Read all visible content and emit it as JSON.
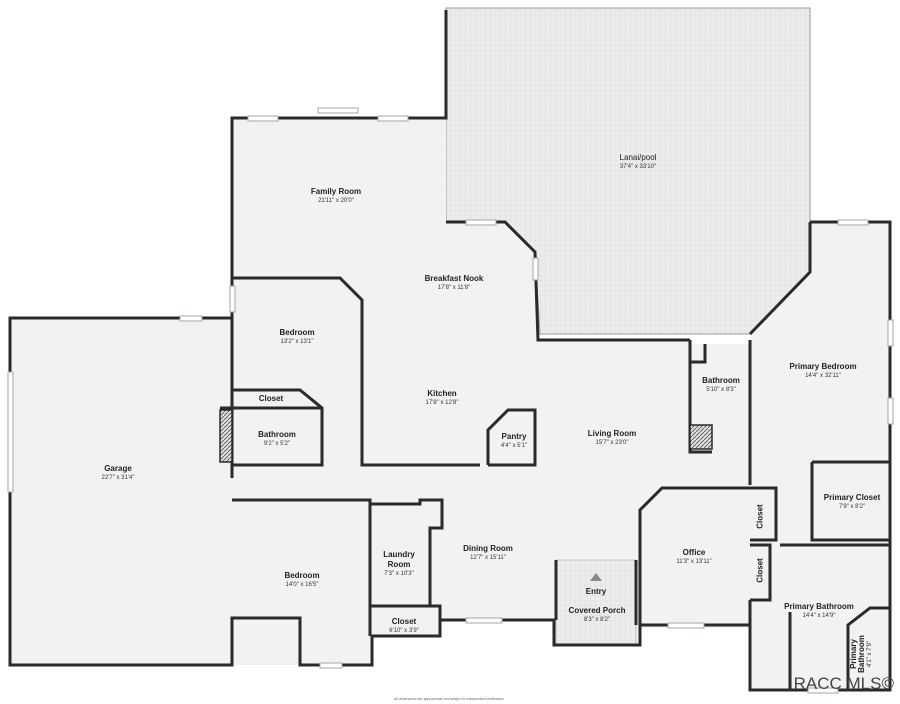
{
  "rooms": [
    {
      "id": "lanai",
      "name": "Lanai/pool",
      "dim": "37'4\" x 33'10\""
    },
    {
      "id": "family",
      "name": "Family Room",
      "dim": "21'11\" x 20'0\""
    },
    {
      "id": "nook",
      "name": "Breakfast Nook",
      "dim": "17'8\" x 11'8\""
    },
    {
      "id": "bedroom1",
      "name": "Bedroom",
      "dim": "13'2\" x 13'1\""
    },
    {
      "id": "closet1",
      "name": "Closet",
      "dim": ""
    },
    {
      "id": "kitchen",
      "name": "Kitchen",
      "dim": "17'8\" x 12'8\""
    },
    {
      "id": "bath1",
      "name": "Bathroom",
      "dim": "9'2\" x 5'2\""
    },
    {
      "id": "pantry",
      "name": "Pantry",
      "dim": "4'4\" x 5'1\""
    },
    {
      "id": "living",
      "name": "Living Room",
      "dim": "15'7\" x 23'0\""
    },
    {
      "id": "bath2",
      "name": "Bathroom",
      "dim": "5'10\" x 8'3\""
    },
    {
      "id": "primarybed",
      "name": "Primary Bedroom",
      "dim": "14'4\" x 32'11\""
    },
    {
      "id": "primarycloset",
      "name": "Primary Closet",
      "dim": "7'9\" x 8'2\""
    },
    {
      "id": "garage",
      "name": "Garage",
      "dim": "22'7\" x 31'4\""
    },
    {
      "id": "laundry",
      "name": "Laundry Room",
      "dim": "7'3\" x 10'3\""
    },
    {
      "id": "dining",
      "name": "Dining Room",
      "dim": "12'7\" x 15'11\""
    },
    {
      "id": "bedroom2",
      "name": "Bedroom",
      "dim": "14'0\" x 16'5\""
    },
    {
      "id": "closet2",
      "name": "Closet",
      "dim": "6'10\" x 3'9\""
    },
    {
      "id": "entry",
      "name": "Entry",
      "dim": ""
    },
    {
      "id": "porch",
      "name": "Covered Porch",
      "dim": "8'3\" x 8'2\""
    },
    {
      "id": "office",
      "name": "Office",
      "dim": "11'3\" x 13'11\""
    },
    {
      "id": "primarybath",
      "name": "Primary Bathroom",
      "dim": "14'4\" x 14'9\""
    }
  ],
  "vertical_labels": {
    "closet_a": "Closet",
    "closet_b": "Closet",
    "primary_bath_small": "Primary Bathroom",
    "primary_bath_small_dim": "4'1\" x 7'9\""
  },
  "disclaimer": "All dimensions are approximate and subject to independent verification.",
  "watermark": "RACC MLS©",
  "colors": {
    "wall": "#2a2a2a",
    "floor": "#f2f2f2",
    "lanai_tile": "#e6e6e6",
    "window": "#cfd8dc"
  }
}
